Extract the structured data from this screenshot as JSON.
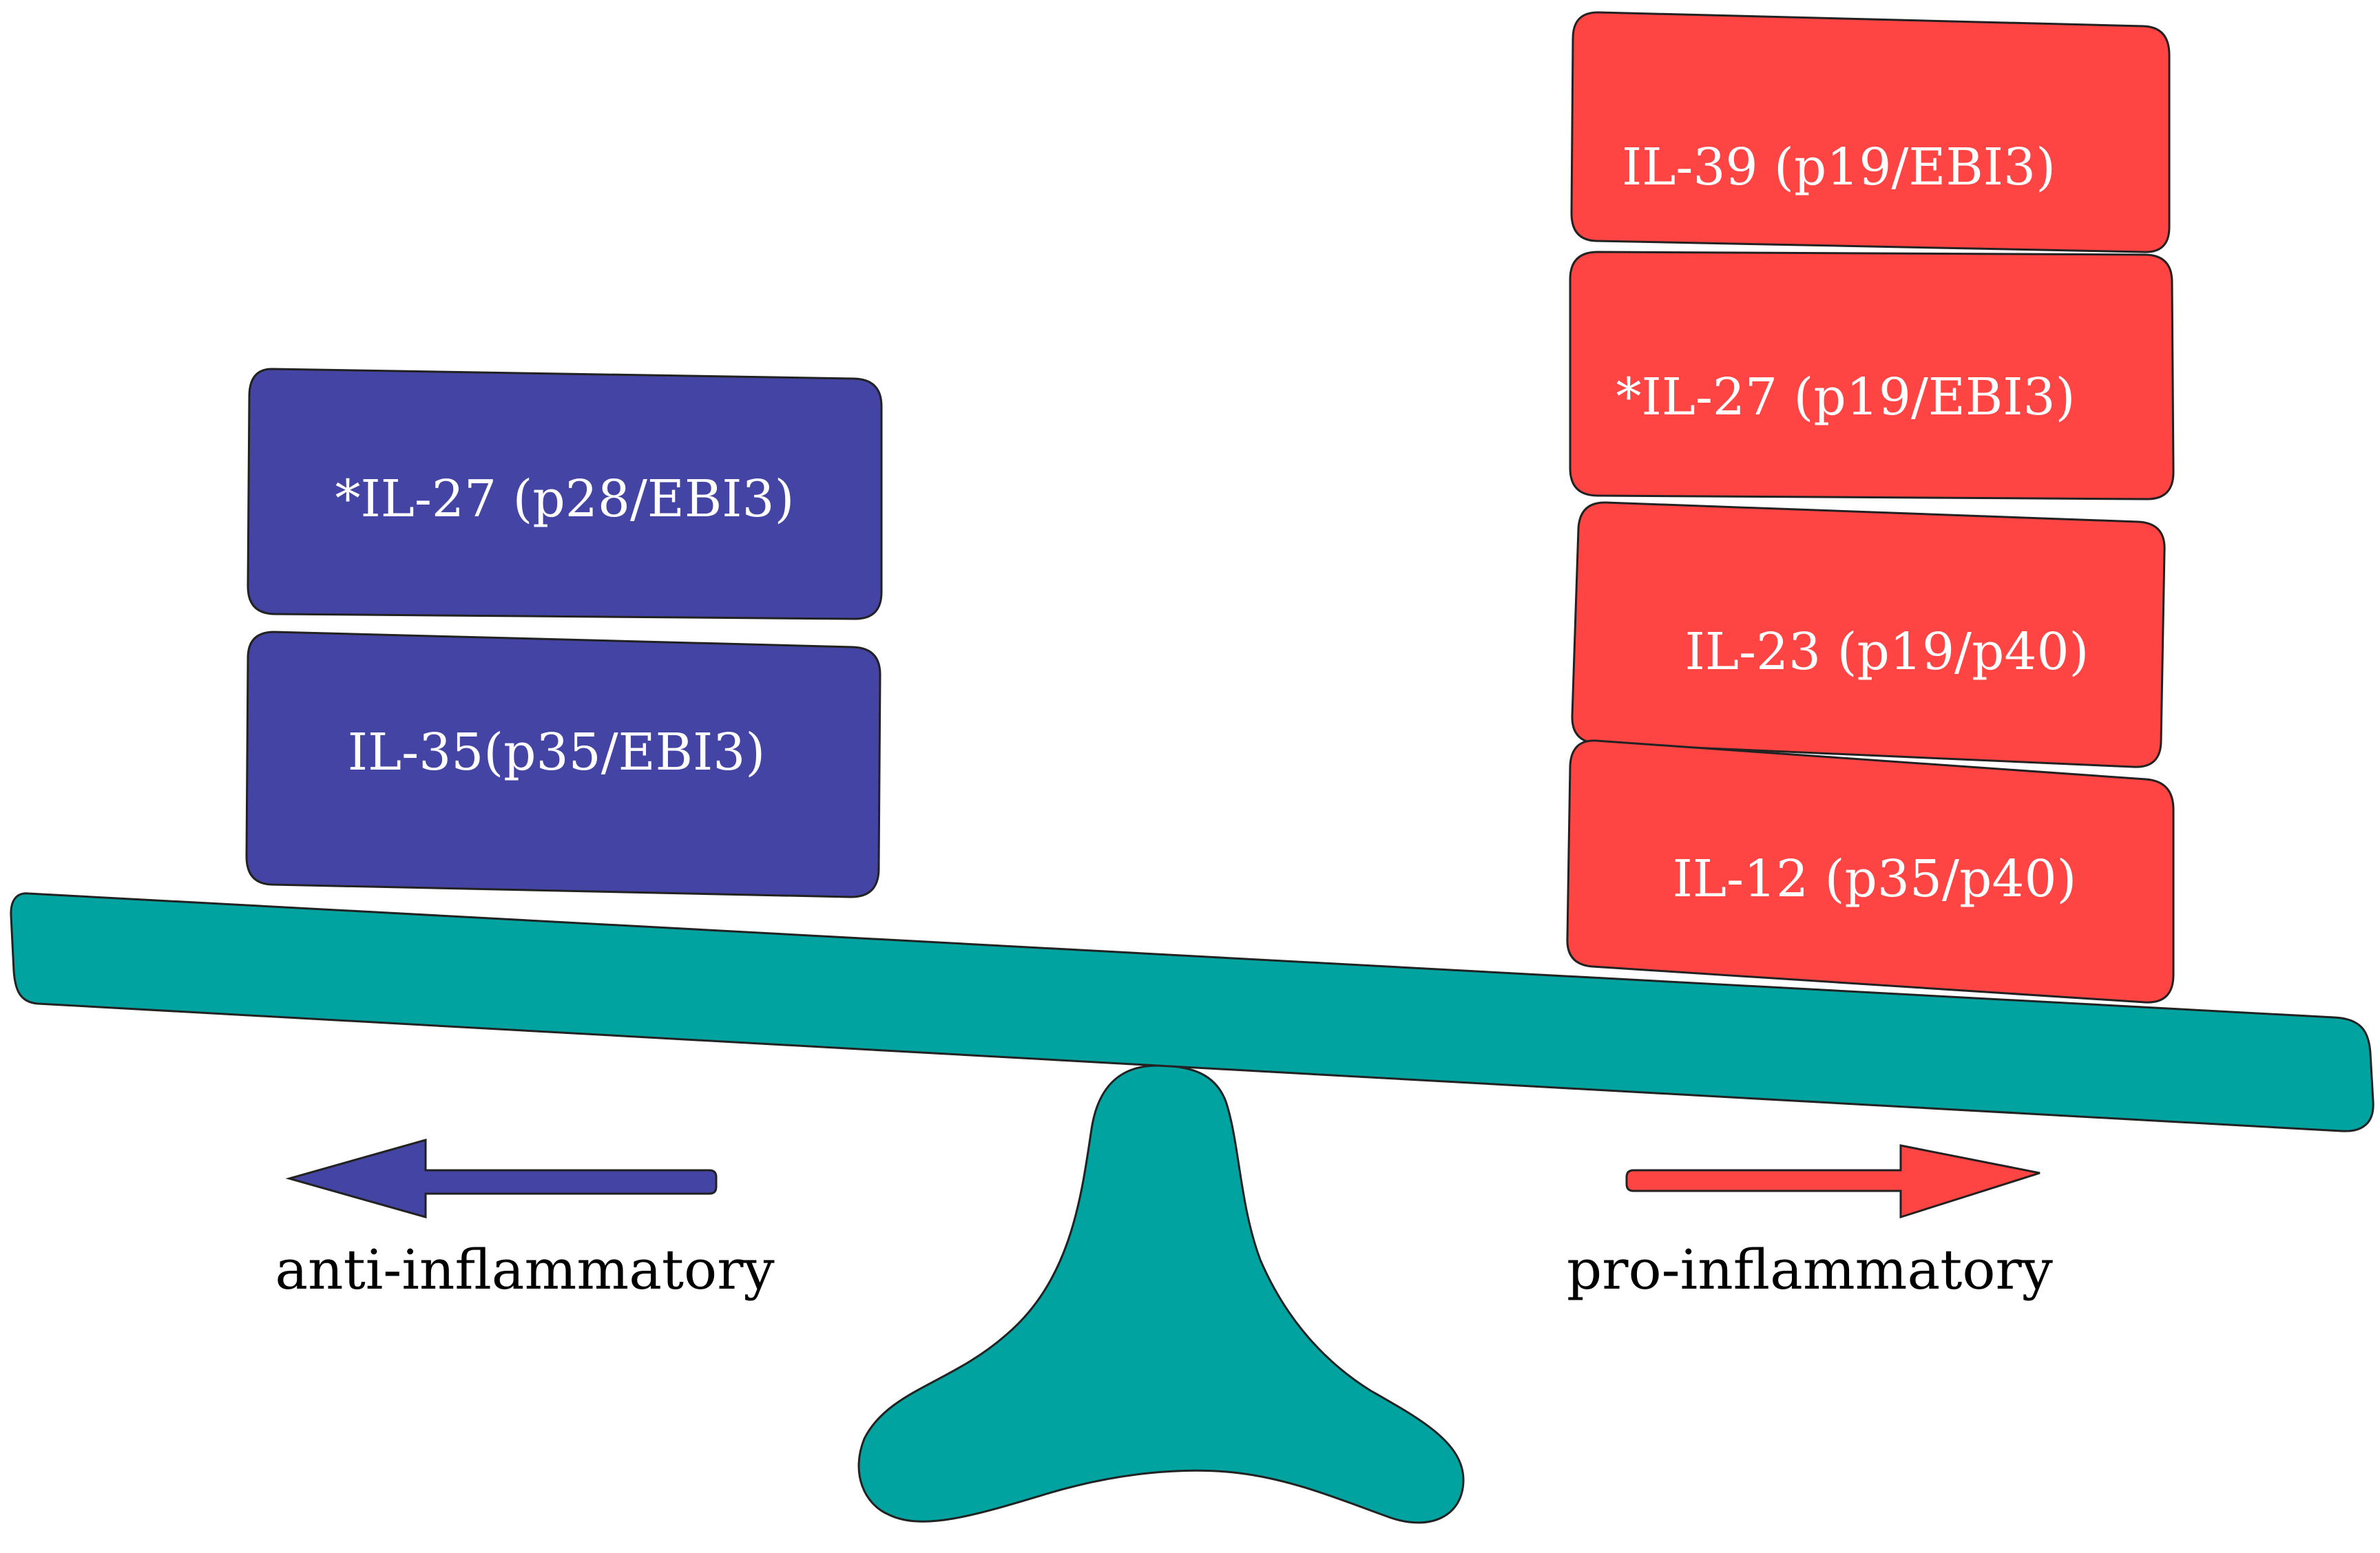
{
  "colors": {
    "anti": "#4444a4",
    "pro": "#ff4444",
    "seesaw": "#00a3a0",
    "outline": "#222222",
    "box_text": "#ffffff",
    "caption_text": "#000000"
  },
  "anti_inflammatory": {
    "label": "anti-inflammatory",
    "arrow_direction": "left",
    "cytokines": [
      "*IL-27 (p28/EBI3)",
      "IL-35(p35/EBI3)"
    ]
  },
  "pro_inflammatory": {
    "label": "pro-inflammatory",
    "arrow_direction": "right",
    "cytokines": [
      "IL-39 (p19/EBI3)",
      "*IL-27 (p19/EBI3)",
      "IL-23 (p19/p40)",
      "IL-12 (p35/p40)"
    ]
  }
}
